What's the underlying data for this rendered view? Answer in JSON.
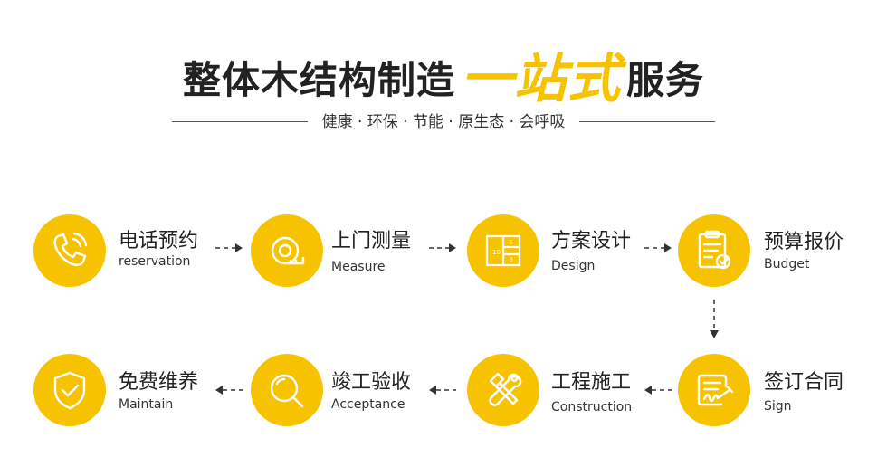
{
  "header": {
    "title_part1": "整体木结构制造",
    "title_accent": "一站式",
    "title_part2": "服务",
    "subtitle": "健康 · 环保 · 节能 · 原生态 · 会呼吸"
  },
  "steps": [
    {
      "zh": "电话预约",
      "en": "reservation",
      "icon": "phone-icon"
    },
    {
      "zh": "上门测量",
      "en": "Measure",
      "icon": "tape-measure-icon"
    },
    {
      "zh": "方案设计",
      "en": "Design",
      "icon": "floor-plan-icon"
    },
    {
      "zh": "预算报价",
      "en": "Budget",
      "icon": "clipboard-check-icon"
    },
    {
      "zh": "签订合同",
      "en": "Sign",
      "icon": "contract-signature-icon"
    },
    {
      "zh": "工程施工",
      "en": "Construction",
      "icon": "hammer-wrench-icon"
    },
    {
      "zh": "竣工验收",
      "en": "Acceptance",
      "icon": "magnifier-icon"
    },
    {
      "zh": "免费维养",
      "en": "Maintain",
      "icon": "shield-check-icon"
    }
  ],
  "colors": {
    "accent": "#f7c300",
    "text": "#222222"
  }
}
